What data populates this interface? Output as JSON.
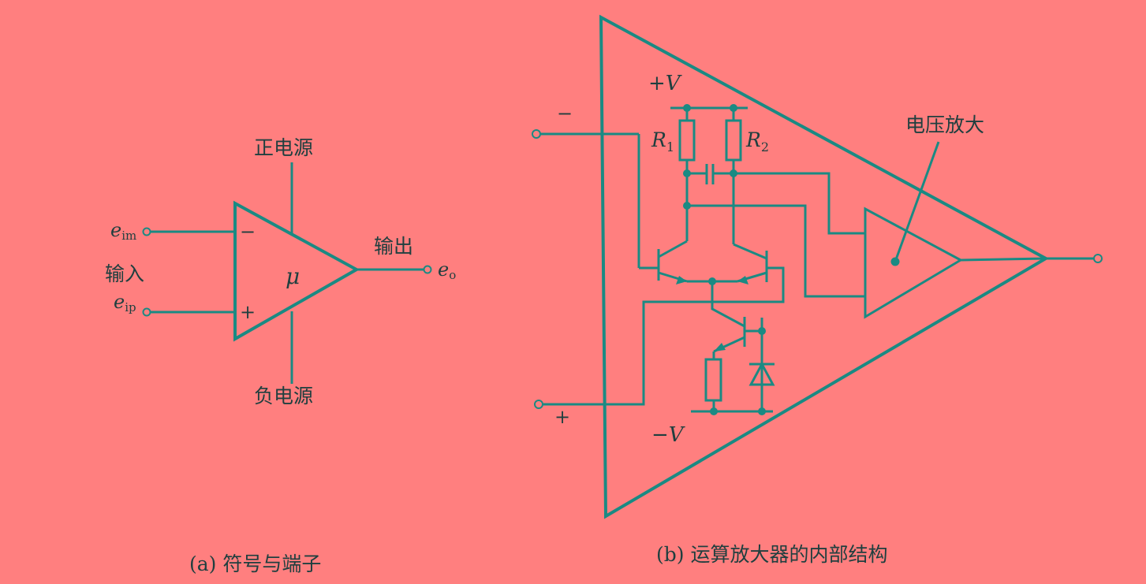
{
  "panel_a": {
    "caption": "(a) 符号与端子",
    "pos_supply": "正电源",
    "neg_supply": "负电源",
    "input_label": "输入",
    "output_label": "输出",
    "minus_sign": "−",
    "plus_sign": "+",
    "gain_symbol": "μ",
    "e_im_base": "e",
    "e_im_sub": "im",
    "e_ip_base": "e",
    "e_ip_sub": "ip",
    "e_o_base": "e",
    "e_o_sub": "o"
  },
  "panel_b": {
    "caption": "(b) 运算放大器的内部结构",
    "pos_rail": "+V",
    "neg_rail": "−V",
    "minus_sign": "−",
    "plus_sign": "+",
    "r1_base": "R",
    "r1_sub": "1",
    "r2_base": "R",
    "r2_sub": "2",
    "voltage_amp": "电压放大"
  },
  "colors": {
    "background": "#ff7f7f",
    "stroke": "#1a8a83",
    "text": "#1f3f3f"
  }
}
